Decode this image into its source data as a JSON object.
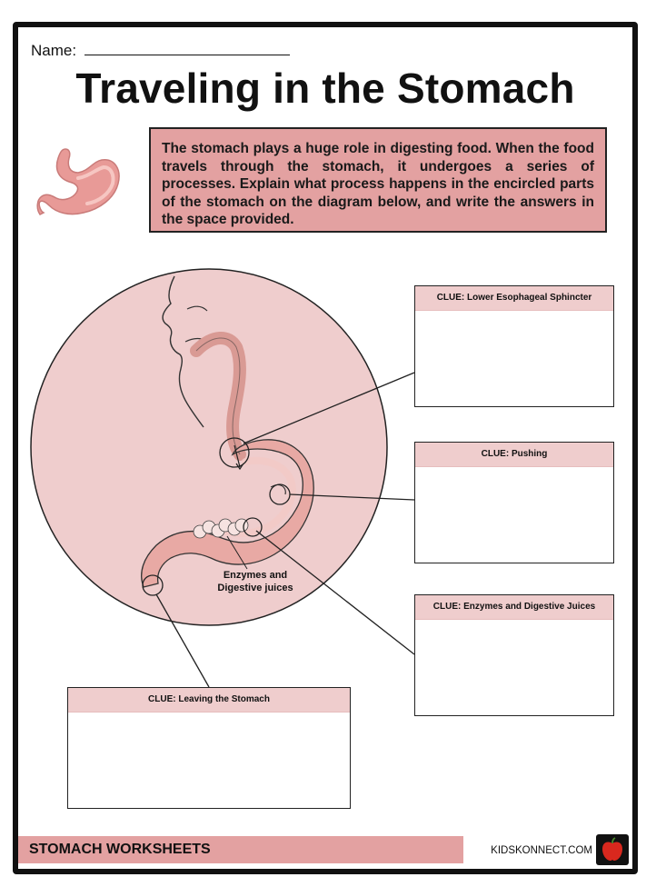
{
  "header": {
    "name_label": "Name:",
    "title": "Traveling in the Stomach"
  },
  "intro": {
    "text": "The stomach plays a huge role in digesting food. When the food travels through the stomach, it undergoes a series of processes. Explain what process happens in the encircled parts of the stomach on the diagram below, and write the answers in the space provided."
  },
  "diagram": {
    "label": "Enzymes and Digestive juices"
  },
  "clues": [
    {
      "label": "CLUE: Lower Esophageal Sphincter"
    },
    {
      "label": "CLUE: Pushing"
    },
    {
      "label": "CLUE: Enzymes and Digestive Juices"
    },
    {
      "label": "CLUE: Leaving the Stomach"
    }
  ],
  "footer": {
    "left": "STOMACH WORKSHEETS",
    "right": "KIDSKONNECT.COM"
  },
  "colors": {
    "accent_pink": "#e3a1a1",
    "circle_pink": "#efcdcd",
    "border": "#111111"
  }
}
